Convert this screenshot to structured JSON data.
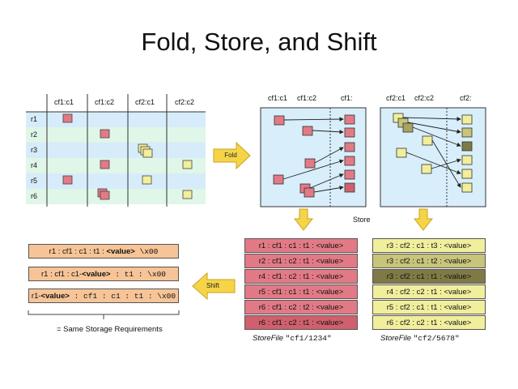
{
  "title": "Fold, Store, and Shift",
  "colors": {
    "pink": "#e27a86",
    "yellow": "#f1ef9c",
    "olive_light": "#c8c47a",
    "olive_mid": "#a8a35f",
    "olive_dark": "#7f7a45",
    "orange_box": "#f6c497",
    "blue_band": "#d6ecfa",
    "green_band": "#dff6e8",
    "panel_bg": "#d8eefa",
    "arrow_fill": "#f5d547"
  },
  "table": {
    "columns": [
      "cf1:c1",
      "cf1:c2",
      "cf2:c1",
      "cf2:c2"
    ],
    "rows": [
      "r1",
      "r2",
      "r3",
      "r4",
      "r5",
      "r6"
    ]
  },
  "fold_label": "Fold",
  "store_label": "Store",
  "shift_label": "Shift",
  "panel1": {
    "cols": [
      "cf1:c1",
      "cf1:c2",
      "cf1:"
    ]
  },
  "panel2": {
    "cols": [
      "cf2:c1",
      "cf2:c2",
      "cf2:"
    ]
  },
  "storefile1": {
    "rows": [
      "r1 : cf1 : c1 : t1 : <value>",
      "r2 : cf1 : c2 : t1 : <value>",
      "r4 : cf1 : c2 : t1 : <value>",
      "r5 : cf1 : c1 : t1 : <value>",
      "r6 : cf1 : c2 : t2 : <value>",
      "r6 : cf1 : c2 : t1 : <value>"
    ],
    "caption_word": "StoreFile",
    "caption_path": "\"cf1/1234\""
  },
  "storefile2": {
    "rows": [
      "r3 : cf2 : c1 : t3 : <value>",
      "r3 : cf2 : c1 : t2 : <value>",
      "r3 : cf2 : c1 : t1 : <value>",
      "r4 : cf2 : c2 : t1 : <value>",
      "r5 : cf2 : c1 : t1 : <value>",
      "r6 : cf2 : c2 : t1 : <value>"
    ],
    "caption_word": "StoreFile",
    "caption_path": "\"cf2/5678\""
  },
  "shift_boxes": [
    {
      "pre": "r1 : cf1 : c1 : t1 : ",
      "bold": "<value>",
      "post": " \\x00"
    },
    {
      "pre": "r1 : cf1 : c1-",
      "bold": "<value>",
      "post": " : t1 : \\x00"
    },
    {
      "pre": "r1-",
      "bold": "<value>",
      "post": " : cf1 : c1 : t1 : \\x00"
    }
  ],
  "same_storage": "= Same Storage Requirements"
}
